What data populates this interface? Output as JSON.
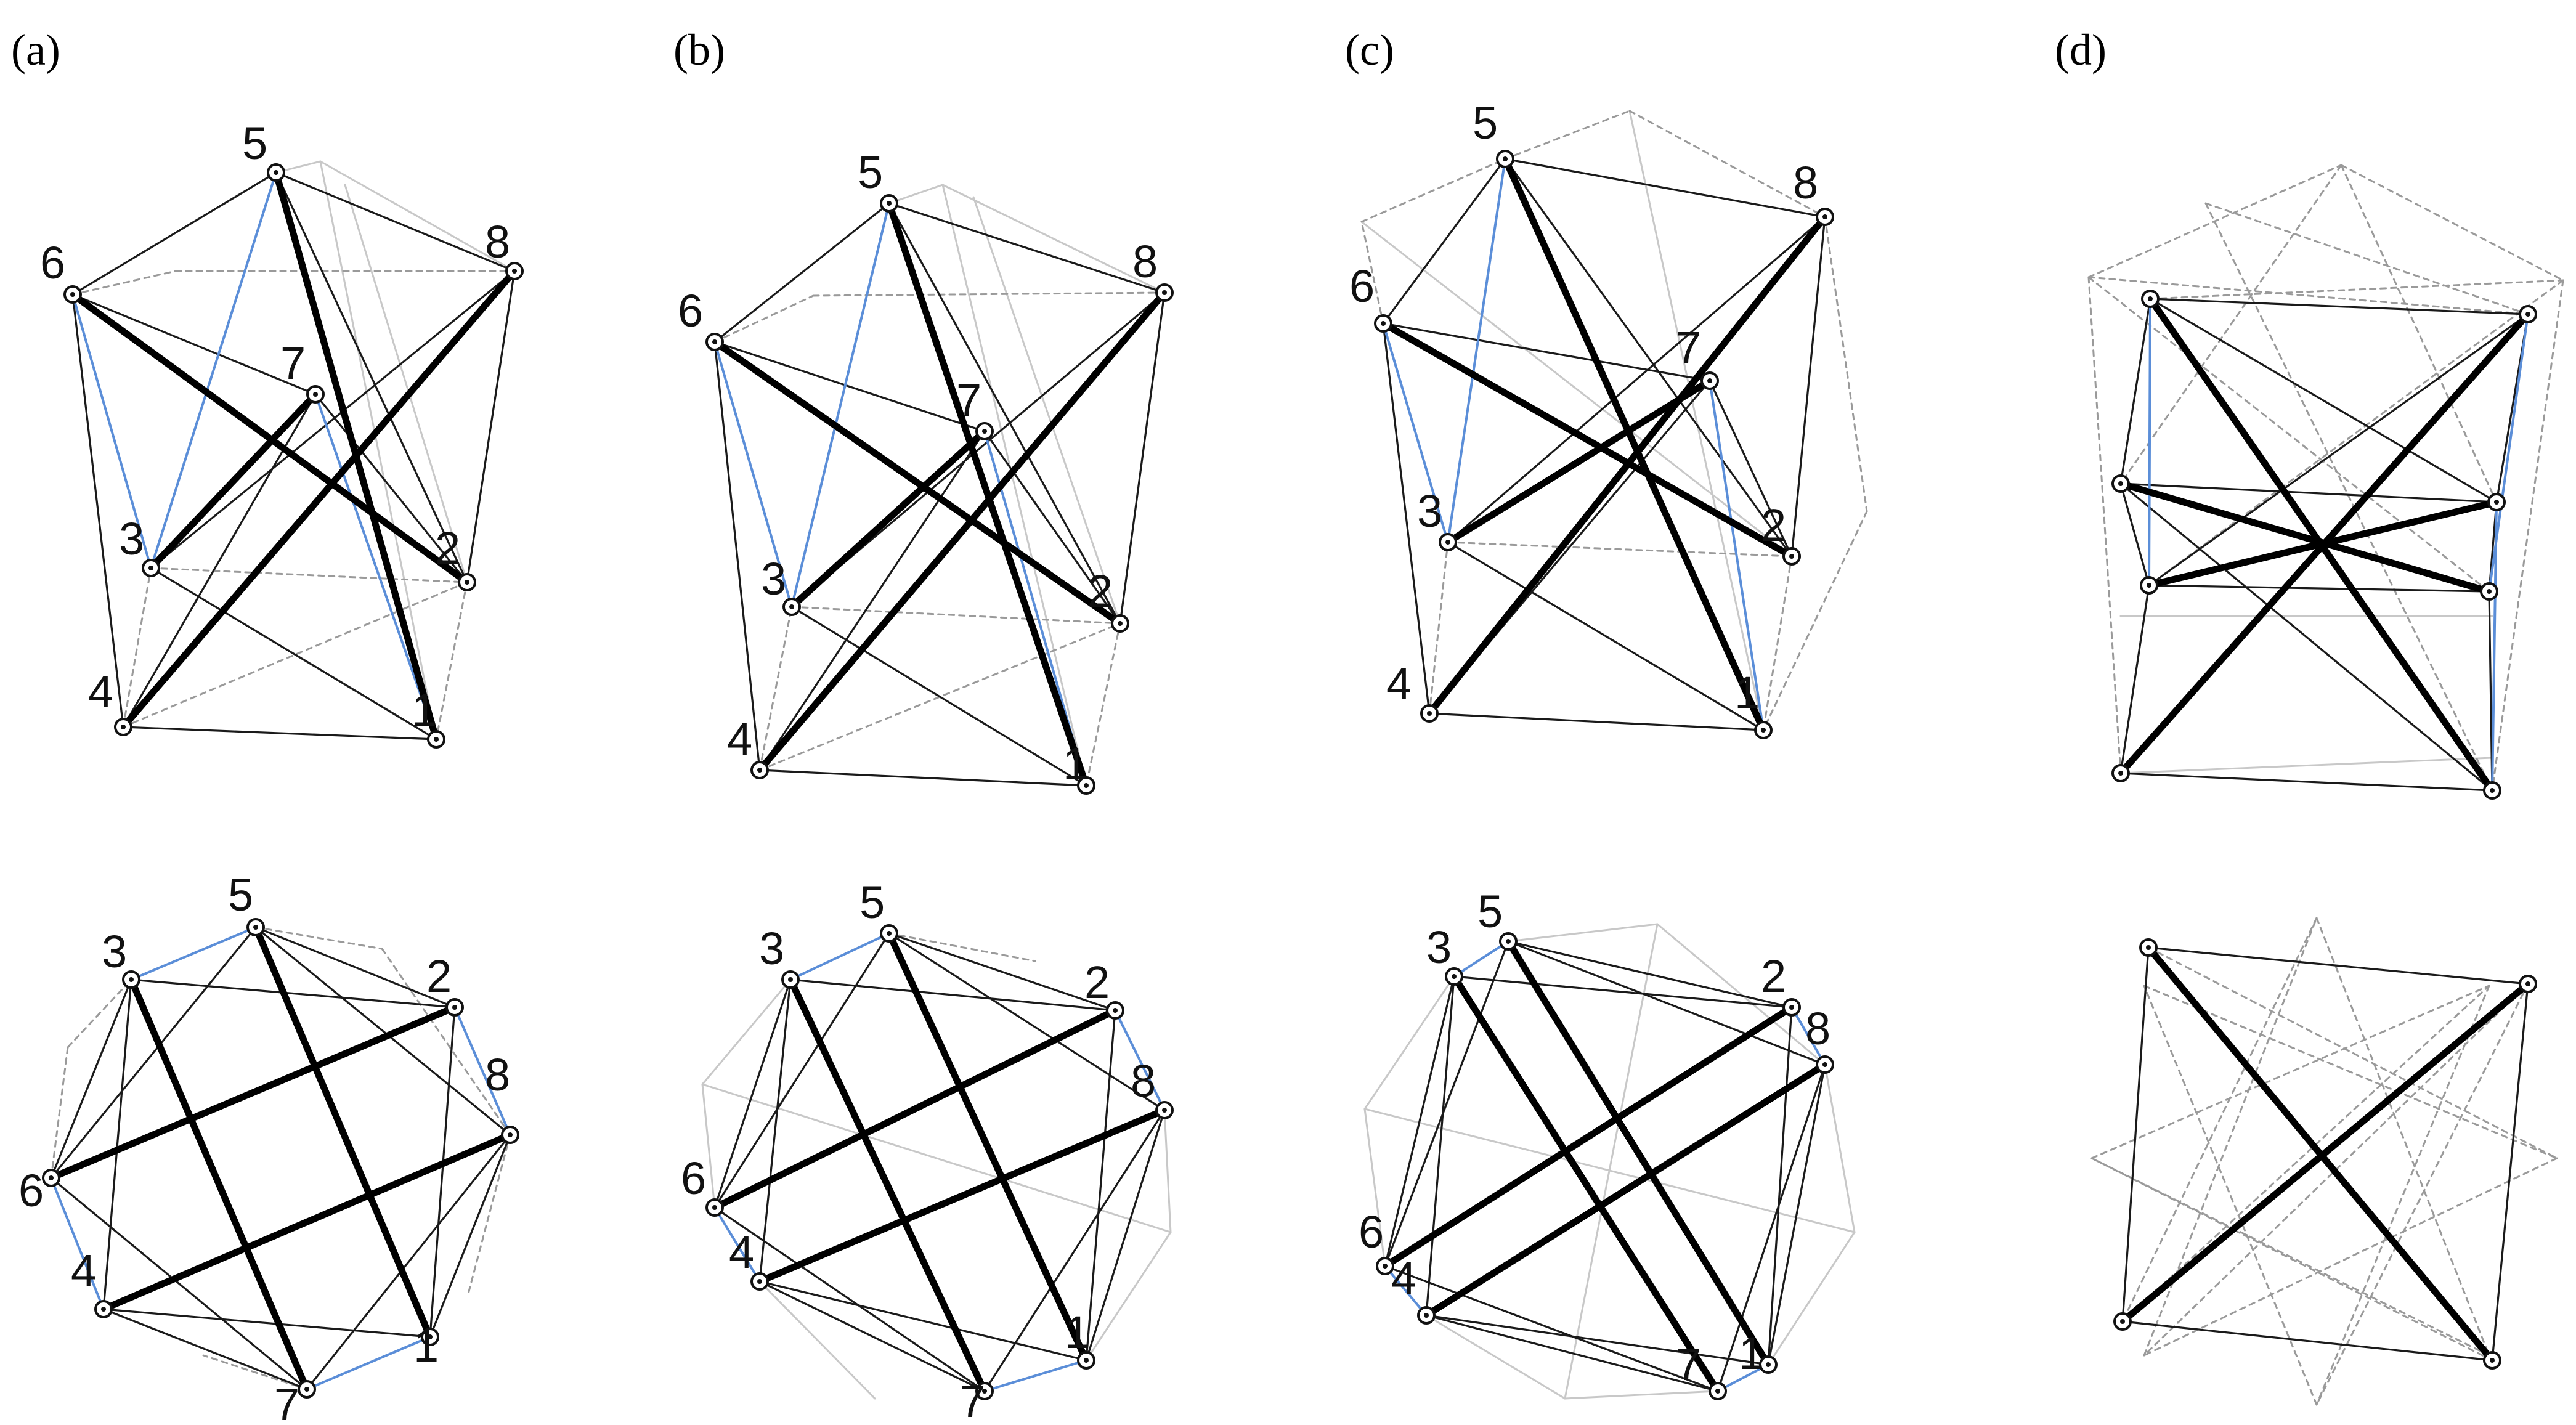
{
  "panels": [
    {
      "label": "(a)",
      "top": {
        "nodes": [
          {
            "id": "5",
            "label": "5"
          },
          {
            "id": "8",
            "label": "8"
          },
          {
            "id": "6",
            "label": "6"
          },
          {
            "id": "7",
            "label": "7"
          },
          {
            "id": "3",
            "label": "3"
          },
          {
            "id": "2",
            "label": "2"
          },
          {
            "id": "4",
            "label": "4"
          },
          {
            "id": "1",
            "label": "1"
          }
        ]
      },
      "bottom": {
        "nodes": [
          {
            "id": "5",
            "label": "5"
          },
          {
            "id": "3",
            "label": "3"
          },
          {
            "id": "2",
            "label": "2"
          },
          {
            "id": "8",
            "label": "8"
          },
          {
            "id": "6",
            "label": "6"
          },
          {
            "id": "4",
            "label": "4"
          },
          {
            "id": "7",
            "label": "7"
          },
          {
            "id": "1",
            "label": "1"
          }
        ]
      }
    },
    {
      "label": "(b)",
      "top": {
        "nodes": [
          {
            "id": "5",
            "label": "5"
          },
          {
            "id": "8",
            "label": "8"
          },
          {
            "id": "6",
            "label": "6"
          },
          {
            "id": "7",
            "label": "7"
          },
          {
            "id": "3",
            "label": "3"
          },
          {
            "id": "2",
            "label": "2"
          },
          {
            "id": "4",
            "label": "4"
          },
          {
            "id": "1",
            "label": "1"
          }
        ]
      },
      "bottom": {
        "nodes": [
          {
            "id": "5",
            "label": "5"
          },
          {
            "id": "3",
            "label": "3"
          },
          {
            "id": "2",
            "label": "2"
          },
          {
            "id": "8",
            "label": "8"
          },
          {
            "id": "6",
            "label": "6"
          },
          {
            "id": "4",
            "label": "4"
          },
          {
            "id": "7",
            "label": "7"
          },
          {
            "id": "1",
            "label": "1"
          }
        ]
      }
    },
    {
      "label": "(c)",
      "top": {
        "nodes": [
          {
            "id": "5",
            "label": "5"
          },
          {
            "id": "8",
            "label": "8"
          },
          {
            "id": "6",
            "label": "6"
          },
          {
            "id": "7",
            "label": "7"
          },
          {
            "id": "3",
            "label": "3"
          },
          {
            "id": "2",
            "label": "2"
          },
          {
            "id": "4",
            "label": "4"
          },
          {
            "id": "1",
            "label": "1"
          }
        ]
      },
      "bottom": {
        "nodes": [
          {
            "id": "5",
            "label": "5"
          },
          {
            "id": "3",
            "label": "3"
          },
          {
            "id": "2",
            "label": "2"
          },
          {
            "id": "8",
            "label": "8"
          },
          {
            "id": "6",
            "label": "6"
          },
          {
            "id": "4",
            "label": "4"
          },
          {
            "id": "7",
            "label": "7"
          },
          {
            "id": "1",
            "label": "1"
          }
        ]
      }
    },
    {
      "label": "(d)",
      "top": {
        "nodes": []
      },
      "bottom": {
        "nodes": []
      }
    }
  ],
  "colors": {
    "thick_edge": "#000000",
    "thin_edge": "#1a1a1a",
    "blue_edge": "#5b8ed8",
    "dotted_edge": "#9a9a9a",
    "ghost_edge": "#c8c8c8"
  }
}
